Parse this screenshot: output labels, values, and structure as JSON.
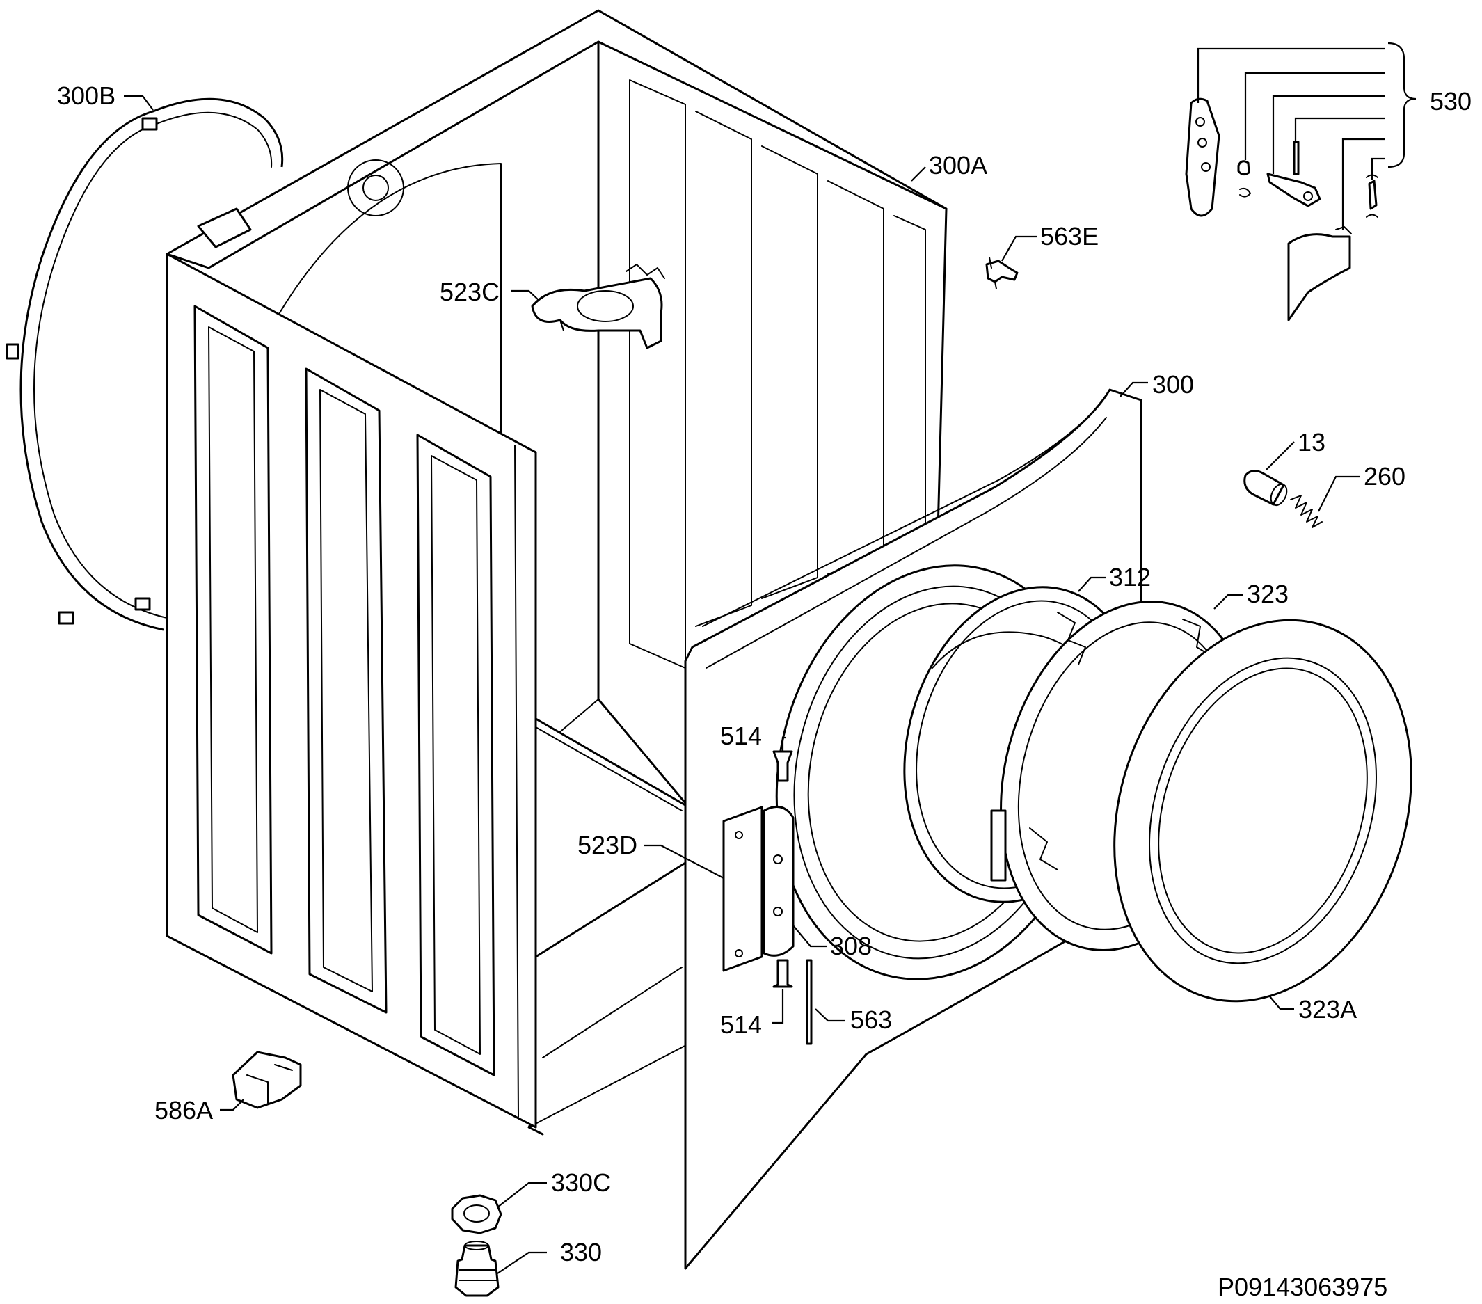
{
  "labels": {
    "p300B": "300B",
    "p300A": "300A",
    "p523C": "523C",
    "p563E": "563E",
    "p530": "530",
    "p300": "300",
    "p13": "13",
    "p260": "260",
    "p312": "312",
    "p323": "323",
    "p514_top": "514",
    "p523D": "523D",
    "p308": "308",
    "p514_bottom": "514",
    "p563": "563",
    "p323A": "323A",
    "p586A": "586A",
    "p330C": "330C",
    "p330": "330"
  },
  "document_code": "P09143063975"
}
